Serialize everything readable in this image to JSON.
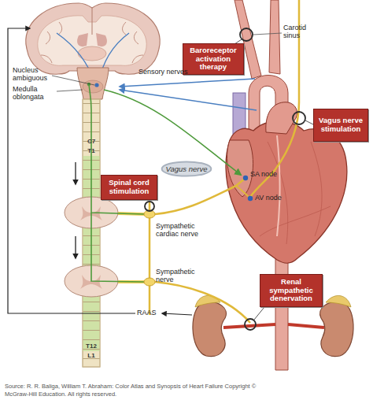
{
  "diagram": {
    "caption": "Source: R. R. Baliga, William T. Abraham: Color Atlas and Synopsis of Heart Failure Copyright © McGraw-Hill Education. All rights reserved.",
    "nodes": [
      {
        "text": [
          "Baroreceptor activation therapy"
        ]
      },
      {
        "text": [
          "Vagus nerve stimulation"
        ]
      },
      {
        "text": [
          "Vagus nerve"
        ]
      },
      {
        "text": [
          "Spinal cord stimulation"
        ]
      },
      {
        "text": [
          "Renal sympathetic denervation"
        ]
      }
    ],
    "labels": [
      "Carotid sinus",
      "Nucleus ambiguous",
      "Sensory nerves",
      "Medulla oblongata",
      "C7",
      "T1",
      "SA node",
      "AV node",
      "Sympathetic cardiac nerve",
      "Sympathetic nerve",
      "RAAS",
      "T12",
      "L1"
    ]
  }
}
